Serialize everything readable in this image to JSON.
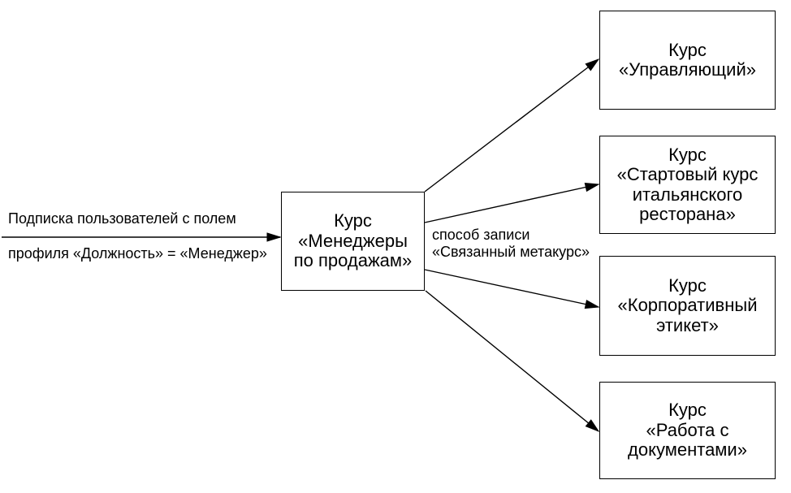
{
  "diagram": {
    "background_color": "#ffffff",
    "line_color": "#000000",
    "text_color": "#000000",
    "subscription_annotation": {
      "line1": "Подписка пользователей с полем",
      "line2": "профиля «Должность» = «Менеджер»"
    },
    "enrolment_method_label": "способ записи\n«Связанный метакурс»",
    "metacourse_node": {
      "label": "Курс\n«Менеджеры\nпо продажам»"
    },
    "course_nodes": [
      {
        "label": "Курс\n«Управляющий»"
      },
      {
        "label": "Курс\n«Стартовый курс\nитальянского\nресторана»"
      },
      {
        "label": "Курс\n«Корпоративный\nэтикет»"
      },
      {
        "label": "Курс\n«Работа с\nдокументами»"
      }
    ]
  }
}
